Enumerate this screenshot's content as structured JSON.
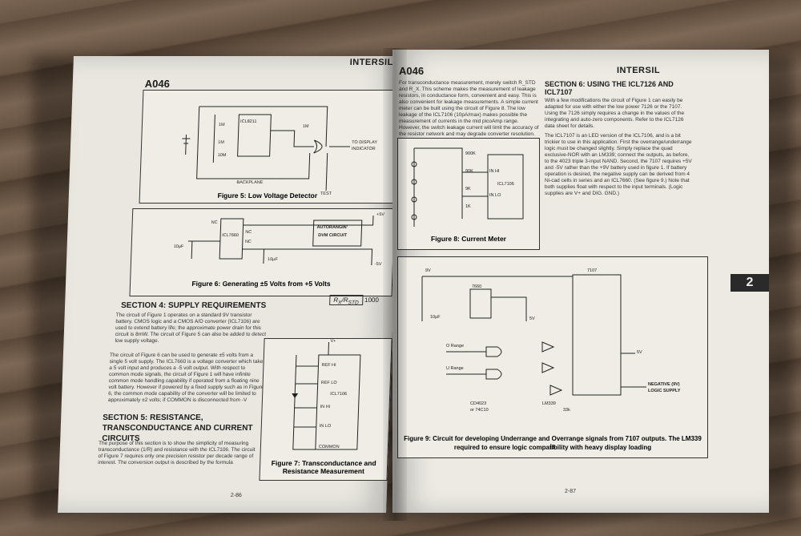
{
  "left_page": {
    "header_code": "A046",
    "logo": "INTERSIL",
    "figure5": {
      "caption": "Figure 5: Low Voltage Detector",
      "labels": [
        "1M",
        "ICL8211",
        "1M",
        "1M",
        "10M",
        "TO DISPLAY",
        "INDICATOR",
        "BACKPLANE",
        "TEST"
      ]
    },
    "figure6": {
      "caption": "Figure 6: Generating ±5 Volts from +5 Volts",
      "labels": [
        "NC",
        "NC",
        "NC",
        "ICL7660",
        "AUTORANGIN'",
        "DVM CIRCUIT",
        "+5V",
        "-5V",
        "10µF",
        "10µF"
      ]
    },
    "section4": {
      "title": "SECTION 4: SUPPLY REQUIREMENTS",
      "p1": "The circuit of Figure 1 operates on a standard 9V transistor battery. CMOS logic and a CMOS A/D converter (ICL7106) are used to extend battery life; the approximate power drain for this circuit is 8mW. The circuit of Figure 5 can also be added to detect low supply voltage.",
      "p2": "The circuit of Figure 6 can be used to generate ±5 volts from a single 5 volt supply. The ICL7660 is a voltage converter which takes a 5 volt input and produces a -5 volt output. With respect to common mode signals, the circuit of Figure 1 will have infinite common mode handling capability if operated from a floating nine volt battery. However if powered by a fixed supply such as in Figure 6, the common mode capability of the converter will be limited to approximately ±2 volts; if COMMON is disconnected from -V"
    },
    "formula": "1000",
    "section5": {
      "title": "SECTION 5: RESISTANCE, TRANSCONDUCTANCE AND CURRENT CIRCUITS",
      "p1": "The purpose of this section is to show the simplicity of measuring transconductance (1/R) and resistance with the ICL7106. The circuit of Figure 7 requires only one precision resistor per decade range of interest. The conversion output is described by the formula"
    },
    "figure7": {
      "caption": "Figure 7: Transconductance and Resistance Measurement",
      "labels": [
        "V+",
        "REF HI",
        "REF LO",
        "ICL7106",
        "IN HI",
        "IN LO",
        "COMMON"
      ]
    },
    "page_number": "2-86"
  },
  "right_page": {
    "header_code": "A046",
    "logo": "INTERSIL",
    "top_text": "For transconductance measurement, merely switch R_STD and R_X. This scheme makes the measurement of leakage resistors, in conductance form, convenient and easy. This is also convenient for leakage measurements. A simple current meter can be built using the circuit of Figure 8. The low leakage of the ICL7106 (10pA/max) makes possible the measurement of currents in the mid picoAmp range. However, the switch leakage current will limit the accuracy of the resistor network and may degrade converter resolution.",
    "figure8": {
      "caption": "Figure 8: Current Meter",
      "labels": [
        "900K",
        "90K",
        "9K",
        "1K",
        "IN HI",
        "IN LO",
        "ICL7106"
      ]
    },
    "section6": {
      "title": "SECTION 6: USING THE ICL7126 AND ICL7107",
      "p1": "With a few modifications the circuit of Figure 1 can easily be adapted for use with either the low power 7126 or the 7107. Using the 7126 simply requires a change in the values of the integrating and auto-zero components. Refer to the ICL7126 data sheet for details.",
      "p2": "The ICL7107 is an LED version of the ICL7106, and is a bit trickier to use in this application. First the overrange/underrange logic must be changed slightly. Simply replace the quad exclusive-NOR with an LM339; connect the outputs, as before, to the 4023 triple 3-input NAND. Second, the 7107 requires +5V and -5V rather than the +9V battery used in figure 1. If battery operation is desired, the negative supply can be derived from 4 Ni-cad cells in series and an ICL7660. (See figure 9.) Note that both supplies float with respect to the input terminals. (Logic supplies are V+ and DIG. GND.)"
    },
    "section_tab": "2",
    "figure9": {
      "caption_line1": "Figure 9: Circuit for developing Underrange and Overrange signals from 7107 outputs. The LM339 is",
      "caption_line2": "required to ensure logic compatibility with heavy display loading",
      "labels": [
        "9V",
        "7660",
        "10µF",
        "5V",
        "7107",
        "O Range",
        "U Range",
        "CD4023",
        "or 74C10",
        "LM339",
        "NEGATIVE (9V)",
        "LOGIC SUPPLY",
        "5V",
        "33k"
      ]
    },
    "page_number": "2-87"
  }
}
